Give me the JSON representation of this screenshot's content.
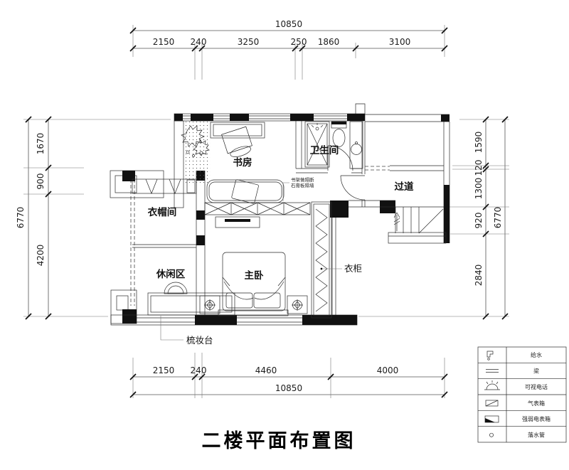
{
  "title": "二楼平面布置图",
  "dimensions": {
    "top": {
      "total": "10850",
      "segments": [
        "2150",
        "240",
        "3250",
        "250",
        "1860",
        "3100"
      ]
    },
    "bottom": {
      "total": "10850",
      "segments": [
        "2150",
        "240",
        "4460",
        "4000"
      ]
    },
    "left": {
      "total": "6770",
      "segments": [
        "1670",
        "900",
        "4200"
      ]
    },
    "right": {
      "total": "6770",
      "segments": [
        "1590",
        "120",
        "1300",
        "920",
        "2840"
      ]
    }
  },
  "rooms": {
    "study": "书房",
    "bathroom": "卫生间",
    "corridor": "过道",
    "cloakroom": "衣帽间",
    "leisure": "休闲区",
    "master_bedroom": "主卧"
  },
  "annotations": {
    "wardrobe": "衣柜",
    "dressing_table": "梳妆台",
    "partition_note_line1": "书架做隔断",
    "partition_note_line2": "石膏板隔墙"
  },
  "legend": {
    "items": [
      {
        "icon": "water-supply-icon",
        "label": "给水"
      },
      {
        "icon": "beam-icon",
        "label": "梁"
      },
      {
        "icon": "video-intercom-icon",
        "label": "可视电话"
      },
      {
        "icon": "gas-meter-box-icon",
        "label": "气表箱"
      },
      {
        "icon": "power-meter-box-icon",
        "label": "强弱电表箱"
      },
      {
        "icon": "downpipe-icon",
        "label": "落水管"
      }
    ]
  },
  "colors": {
    "line": "#1a1a1a",
    "background": "#ffffff"
  }
}
